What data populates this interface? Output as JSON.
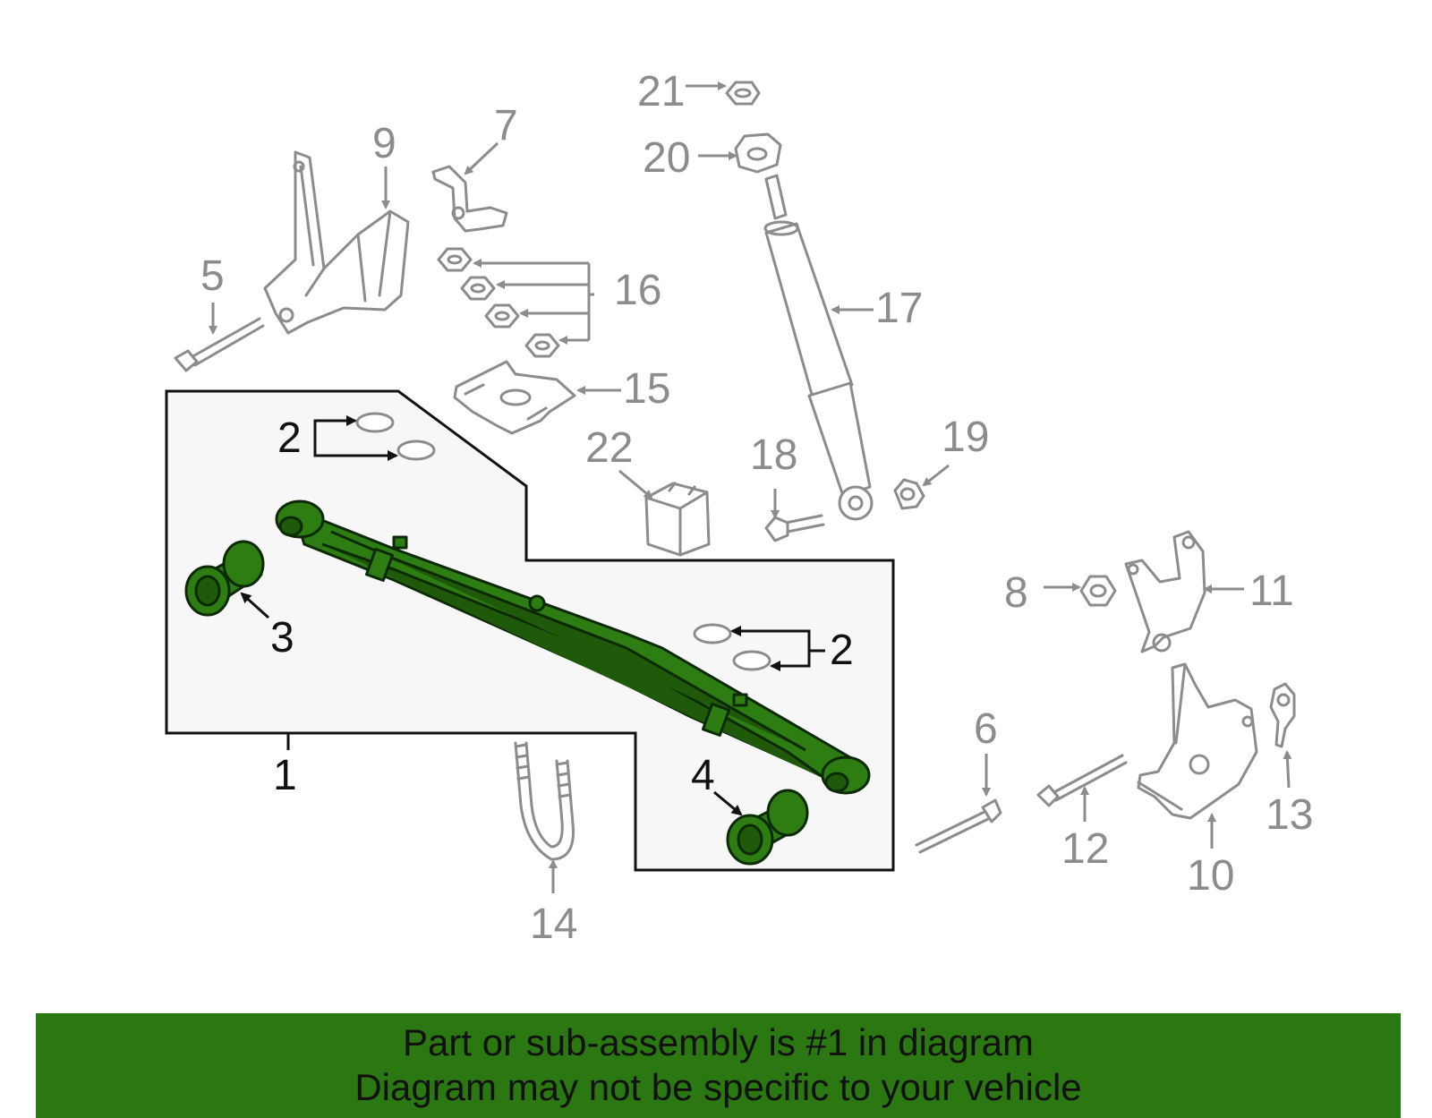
{
  "callouts": {
    "c1": "1",
    "c2a": "2",
    "c2b": "2",
    "c3": "3",
    "c4": "4",
    "c5": "5",
    "c6": "6",
    "c7": "7",
    "c8": "8",
    "c9": "9",
    "c10": "10",
    "c11": "11",
    "c12": "12",
    "c13": "13",
    "c14": "14",
    "c15": "15",
    "c16": "16",
    "c17": "17",
    "c18": "18",
    "c19": "19",
    "c20": "20",
    "c21": "21",
    "c22": "22"
  },
  "banner": {
    "line1": "Part or sub-assembly is #1 in diagram",
    "line2": "Diagram may not be specific to your vehicle"
  },
  "colors": {
    "highlight": "#2e7d12",
    "banner": "#2b7813",
    "parts_line": "#8c8c8c",
    "group_panel": "#f7f7f7"
  }
}
